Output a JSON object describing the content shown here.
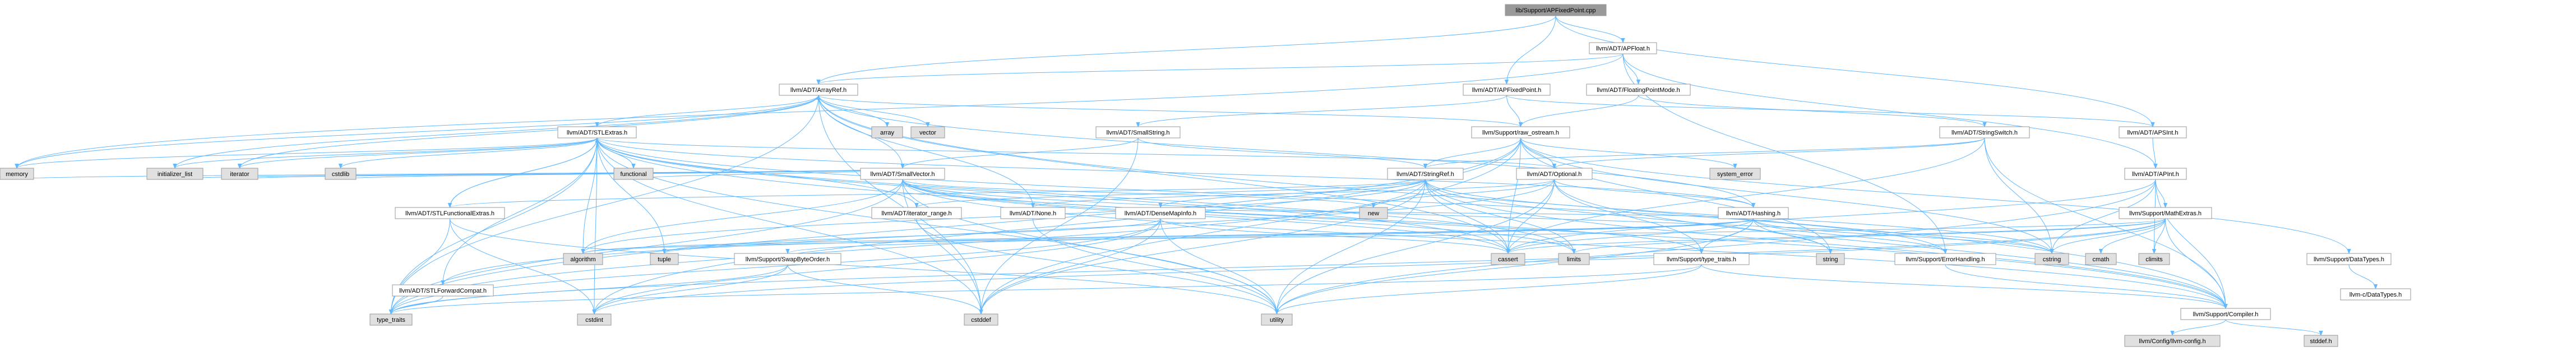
{
  "colors": {
    "root_fill": "#999999",
    "node_fill": "#ffffff",
    "ext_fill": "#e0e0e0",
    "red_border": "#ff0000",
    "border": "#999999",
    "edge": "#63b8ff"
  },
  "nodes": [
    {
      "id": "root",
      "label": "lib/Support/APFixedPoint.cpp",
      "kind": "root"
    },
    {
      "id": "apfloat",
      "label": "llvm/ADT/APFloat.h",
      "kind": "node"
    },
    {
      "id": "arrayref",
      "label": "llvm/ADT/ArrayRef.h",
      "kind": "node"
    },
    {
      "id": "apfixedpoint",
      "label": "llvm/ADT/APFixedPoint.h",
      "kind": "node"
    },
    {
      "id": "floatingpointmode",
      "label": "llvm/ADT/FloatingPointMode.h",
      "kind": "node"
    },
    {
      "id": "stlextras",
      "label": "llvm/ADT/STLExtras.h",
      "kind": "red"
    },
    {
      "id": "array",
      "label": "array",
      "kind": "ext"
    },
    {
      "id": "vector",
      "label": "vector",
      "kind": "ext"
    },
    {
      "id": "smallstring",
      "label": "llvm/ADT/SmallString.h",
      "kind": "node"
    },
    {
      "id": "raw_ostream",
      "label": "llvm/Support/raw_ostream.h",
      "kind": "node"
    },
    {
      "id": "stringswitch",
      "label": "llvm/ADT/StringSwitch.h",
      "kind": "node"
    },
    {
      "id": "apsint",
      "label": "llvm/ADT/APSInt.h",
      "kind": "node"
    },
    {
      "id": "memory",
      "label": "memory",
      "kind": "ext"
    },
    {
      "id": "initializer_list",
      "label": "initializer_list",
      "kind": "ext"
    },
    {
      "id": "iterator",
      "label": "iterator",
      "kind": "ext"
    },
    {
      "id": "cstdlib",
      "label": "cstdlib",
      "kind": "ext"
    },
    {
      "id": "smallvector",
      "label": "llvm/ADT/SmallVector.h",
      "kind": "node"
    },
    {
      "id": "functional",
      "label": "functional",
      "kind": "ext"
    },
    {
      "id": "stringref",
      "label": "llvm/ADT/StringRef.h",
      "kind": "node"
    },
    {
      "id": "optional",
      "label": "llvm/ADT/Optional.h",
      "kind": "node"
    },
    {
      "id": "system_error",
      "label": "system_error",
      "kind": "ext"
    },
    {
      "id": "apint",
      "label": "llvm/ADT/APInt.h",
      "kind": "node"
    },
    {
      "id": "stlfunctionalextras",
      "label": "llvm/ADT/STLFunctionalExtras.h",
      "kind": "node"
    },
    {
      "id": "iterator_range",
      "label": "llvm/ADT/iterator_range.h",
      "kind": "node"
    },
    {
      "id": "none",
      "label": "llvm/ADT/None.h",
      "kind": "node"
    },
    {
      "id": "densemapinfo",
      "label": "llvm/ADT/DenseMapInfo.h",
      "kind": "node"
    },
    {
      "id": "new",
      "label": "new",
      "kind": "ext"
    },
    {
      "id": "hashing",
      "label": "llvm/ADT/Hashing.h",
      "kind": "node"
    },
    {
      "id": "mathextras",
      "label": "llvm/Support/MathExtras.h",
      "kind": "node"
    },
    {
      "id": "algorithm",
      "label": "algorithm",
      "kind": "ext"
    },
    {
      "id": "tuple",
      "label": "tuple",
      "kind": "ext"
    },
    {
      "id": "swapbyteorder",
      "label": "llvm/Support/SwapByteOrder.h",
      "kind": "red"
    },
    {
      "id": "cassert",
      "label": "cassert",
      "kind": "ext"
    },
    {
      "id": "limits",
      "label": "limits",
      "kind": "ext"
    },
    {
      "id": "string",
      "label": "string",
      "kind": "ext"
    },
    {
      "id": "type_traits_support",
      "label": "llvm/Support/type_traits.h",
      "kind": "node"
    },
    {
      "id": "errorhandling",
      "label": "llvm/Support/ErrorHandling.h",
      "kind": "node"
    },
    {
      "id": "cstring",
      "label": "cstring",
      "kind": "ext"
    },
    {
      "id": "cmath",
      "label": "cmath",
      "kind": "ext"
    },
    {
      "id": "climits",
      "label": "climits",
      "kind": "ext"
    },
    {
      "id": "datatypes",
      "label": "llvm/Support/DataTypes.h",
      "kind": "node"
    },
    {
      "id": "stlforwardcompat",
      "label": "llvm/ADT/STLForwardCompat.h",
      "kind": "node"
    },
    {
      "id": "type_traits",
      "label": "type_traits",
      "kind": "ext"
    },
    {
      "id": "cstdint",
      "label": "cstdint",
      "kind": "ext"
    },
    {
      "id": "cstddef",
      "label": "cstddef",
      "kind": "ext"
    },
    {
      "id": "utility",
      "label": "utility",
      "kind": "ext"
    },
    {
      "id": "compiler",
      "label": "llvm/Support/Compiler.h",
      "kind": "node"
    },
    {
      "id": "c_datatypes",
      "label": "llvm-c/DataTypes.h",
      "kind": "red"
    },
    {
      "id": "llvm_config",
      "label": "llvm/Config/llvm-config.h",
      "kind": "ext"
    },
    {
      "id": "stddef",
      "label": "stddef.h",
      "kind": "ext"
    }
  ],
  "edges": [
    [
      "root",
      "apfloat"
    ],
    [
      "root",
      "apfixedpoint"
    ],
    [
      "root",
      "arrayref"
    ],
    [
      "root",
      "apsint"
    ],
    [
      "apfloat",
      "arrayref"
    ],
    [
      "apfloat",
      "floatingpointmode"
    ],
    [
      "apfloat",
      "apint"
    ],
    [
      "apfloat",
      "memory"
    ],
    [
      "apfloat",
      "errorhandling"
    ],
    [
      "apfixedpoint",
      "apsint"
    ],
    [
      "apfixedpoint",
      "smallstring"
    ],
    [
      "apfixedpoint",
      "raw_ostream"
    ],
    [
      "floatingpointmode",
      "stringswitch"
    ],
    [
      "floatingpointmode",
      "raw_ostream"
    ],
    [
      "arrayref",
      "stlextras"
    ],
    [
      "arrayref",
      "smallvector"
    ],
    [
      "arrayref",
      "array"
    ],
    [
      "arrayref",
      "vector"
    ],
    [
      "arrayref",
      "memory"
    ],
    [
      "arrayref",
      "initializer_list"
    ],
    [
      "arrayref",
      "iterator"
    ],
    [
      "arrayref",
      "cassert"
    ],
    [
      "arrayref",
      "cstddef"
    ],
    [
      "arrayref",
      "type_traits"
    ],
    [
      "arrayref",
      "none"
    ],
    [
      "arrayref",
      "compiler"
    ],
    [
      "arrayref",
      "hashing"
    ],
    [
      "stlextras",
      "stlforwardcompat"
    ],
    [
      "stlextras",
      "stlfunctionalextras"
    ],
    [
      "stlextras",
      "iterator_range"
    ],
    [
      "stlextras",
      "hashing"
    ],
    [
      "stlextras",
      "algorithm"
    ],
    [
      "stlextras",
      "cassert"
    ],
    [
      "stlextras",
      "cstddef"
    ],
    [
      "stlextras",
      "cstdint"
    ],
    [
      "stlextras",
      "cstdlib"
    ],
    [
      "stlextras",
      "functional"
    ],
    [
      "stlextras",
      "initializer_list"
    ],
    [
      "stlextras",
      "iterator"
    ],
    [
      "stlextras",
      "limits"
    ],
    [
      "stlextras",
      "memory"
    ],
    [
      "stlextras",
      "optional"
    ],
    [
      "stlextras",
      "tuple"
    ],
    [
      "stlextras",
      "type_traits"
    ],
    [
      "stlextras",
      "utility"
    ],
    [
      "stlextras",
      "errorhandling"
    ],
    [
      "stlextras",
      "compiler"
    ],
    [
      "smallstring",
      "smallvector"
    ],
    [
      "smallstring",
      "stringref"
    ],
    [
      "smallstring",
      "cstddef"
    ],
    [
      "raw_ostream",
      "arrayref"
    ],
    [
      "raw_ostream",
      "stringref"
    ],
    [
      "raw_ostream",
      "optional"
    ],
    [
      "raw_ostream",
      "datatypes"
    ],
    [
      "raw_ostream",
      "cassert"
    ],
    [
      "raw_ostream",
      "cstddef"
    ],
    [
      "raw_ostream",
      "cstdint"
    ],
    [
      "raw_ostream",
      "cstring"
    ],
    [
      "raw_ostream",
      "string"
    ],
    [
      "raw_ostream",
      "type_traits"
    ],
    [
      "raw_ostream",
      "system_error"
    ],
    [
      "stringswitch",
      "stringref"
    ],
    [
      "stringswitch",
      "optional"
    ],
    [
      "stringswitch",
      "compiler"
    ],
    [
      "stringswitch",
      "cassert"
    ],
    [
      "stringswitch",
      "cstring"
    ],
    [
      "apsint",
      "apint"
    ],
    [
      "smallvector",
      "compiler"
    ],
    [
      "smallvector",
      "type_traits_support"
    ],
    [
      "smallvector",
      "algorithm"
    ],
    [
      "smallvector",
      "cassert"
    ],
    [
      "smallvector",
      "cstddef"
    ],
    [
      "smallvector",
      "cstdlib"
    ],
    [
      "smallvector",
      "cstring"
    ],
    [
      "smallvector",
      "functional"
    ],
    [
      "smallvector",
      "initializer_list"
    ],
    [
      "smallvector",
      "iterator"
    ],
    [
      "smallvector",
      "limits"
    ],
    [
      "smallvector",
      "memory"
    ],
    [
      "smallvector",
      "new"
    ],
    [
      "smallvector",
      "type_traits"
    ],
    [
      "smallvector",
      "utility"
    ],
    [
      "stringref",
      "stlfunctionalextras"
    ],
    [
      "stringref",
      "iterator_range"
    ],
    [
      "stringref",
      "compiler"
    ],
    [
      "stringref",
      "algorithm"
    ],
    [
      "stringref",
      "cassert"
    ],
    [
      "stringref",
      "cstddef"
    ],
    [
      "stringref",
      "cstring"
    ],
    [
      "stringref",
      "limits"
    ],
    [
      "stringref",
      "string"
    ],
    [
      "stringref",
      "type_traits"
    ],
    [
      "stringref",
      "utility"
    ],
    [
      "stringref",
      "densemapinfo"
    ],
    [
      "optional",
      "hashing"
    ],
    [
      "optional",
      "none"
    ],
    [
      "optional",
      "stlforwardcompat"
    ],
    [
      "optional",
      "compiler"
    ],
    [
      "optional",
      "type_traits_support"
    ],
    [
      "optional",
      "cassert"
    ],
    [
      "optional",
      "new"
    ],
    [
      "optional",
      "utility"
    ],
    [
      "apint",
      "compiler"
    ],
    [
      "apint",
      "mathextras"
    ],
    [
      "apint",
      "cassert"
    ],
    [
      "apint",
      "climits"
    ],
    [
      "apint",
      "cstring"
    ],
    [
      "apint",
      "utility"
    ],
    [
      "stlfunctionalextras",
      "stlextras"
    ],
    [
      "stlfunctionalextras",
      "cstdint"
    ],
    [
      "stlfunctionalextras",
      "type_traits"
    ],
    [
      "stlfunctionalextras",
      "utility"
    ],
    [
      "iterator_range",
      "utility"
    ],
    [
      "densemapinfo",
      "hashing"
    ],
    [
      "densemapinfo",
      "cassert"
    ],
    [
      "densemapinfo",
      "cstddef"
    ],
    [
      "densemapinfo",
      "cstdint"
    ],
    [
      "densemapinfo",
      "tuple"
    ],
    [
      "densemapinfo",
      "type_traits"
    ],
    [
      "densemapinfo",
      "utility"
    ],
    [
      "hashing",
      "errorhandling"
    ],
    [
      "hashing",
      "swapbyteorder"
    ],
    [
      "hashing",
      "type_traits_support"
    ],
    [
      "hashing",
      "algorithm"
    ],
    [
      "hashing",
      "cassert"
    ],
    [
      "hashing",
      "cstring"
    ],
    [
      "hashing",
      "string"
    ],
    [
      "hashing",
      "tuple"
    ],
    [
      "hashing",
      "utility"
    ],
    [
      "mathextras",
      "compiler"
    ],
    [
      "mathextras",
      "algorithm"
    ],
    [
      "mathextras",
      "cassert"
    ],
    [
      "mathextras",
      "climits"
    ],
    [
      "mathextras",
      "cmath"
    ],
    [
      "mathextras",
      "cstdint"
    ],
    [
      "mathextras",
      "cstring"
    ],
    [
      "mathextras",
      "limits"
    ],
    [
      "mathextras",
      "type_traits"
    ],
    [
      "swapbyteorder",
      "cstddef"
    ],
    [
      "swapbyteorder",
      "cstdint"
    ],
    [
      "swapbyteorder",
      "type_traits"
    ],
    [
      "type_traits_support",
      "compiler"
    ],
    [
      "type_traits_support",
      "type_traits"
    ],
    [
      "type_traits_support",
      "utility"
    ],
    [
      "errorhandling",
      "compiler"
    ],
    [
      "datatypes",
      "c_datatypes"
    ],
    [
      "stlforwardcompat",
      "type_traits"
    ],
    [
      "compiler",
      "llvm_config"
    ],
    [
      "compiler",
      "stddef"
    ],
    [
      "none",
      "utility"
    ]
  ]
}
